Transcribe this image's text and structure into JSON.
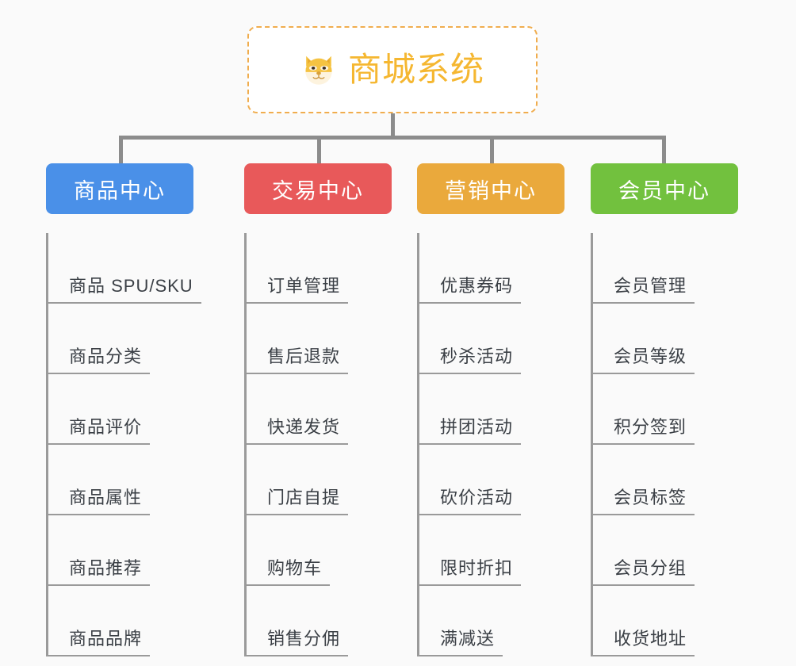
{
  "root": {
    "title": "商城系统",
    "icon": "shiba-dog-face-emoji",
    "border_color": "#f0ad4e",
    "text_color": "#f5b731",
    "background": "#ffffff"
  },
  "canvas": {
    "background": "#fafafa",
    "connector_color": "#8c8c8c"
  },
  "categories": [
    {
      "label": "商品中心",
      "color": "#4a90e8",
      "items": [
        "商品 SPU/SKU",
        "商品分类",
        "商品评价",
        "商品属性",
        "商品推荐",
        "商品品牌"
      ]
    },
    {
      "label": "交易中心",
      "color": "#e8595a",
      "items": [
        "订单管理",
        "售后退款",
        "快递发货",
        "门店自提",
        "购物车",
        "销售分佣"
      ]
    },
    {
      "label": "营销中心",
      "color": "#eaa93c",
      "items": [
        "优惠券码",
        "秒杀活动",
        "拼团活动",
        "砍价活动",
        "限时折扣",
        "满减送"
      ]
    },
    {
      "label": "会员中心",
      "color": "#72c13e",
      "items": [
        "会员管理",
        "会员等级",
        "积分签到",
        "会员标签",
        "会员分组",
        "收货地址"
      ]
    }
  ]
}
